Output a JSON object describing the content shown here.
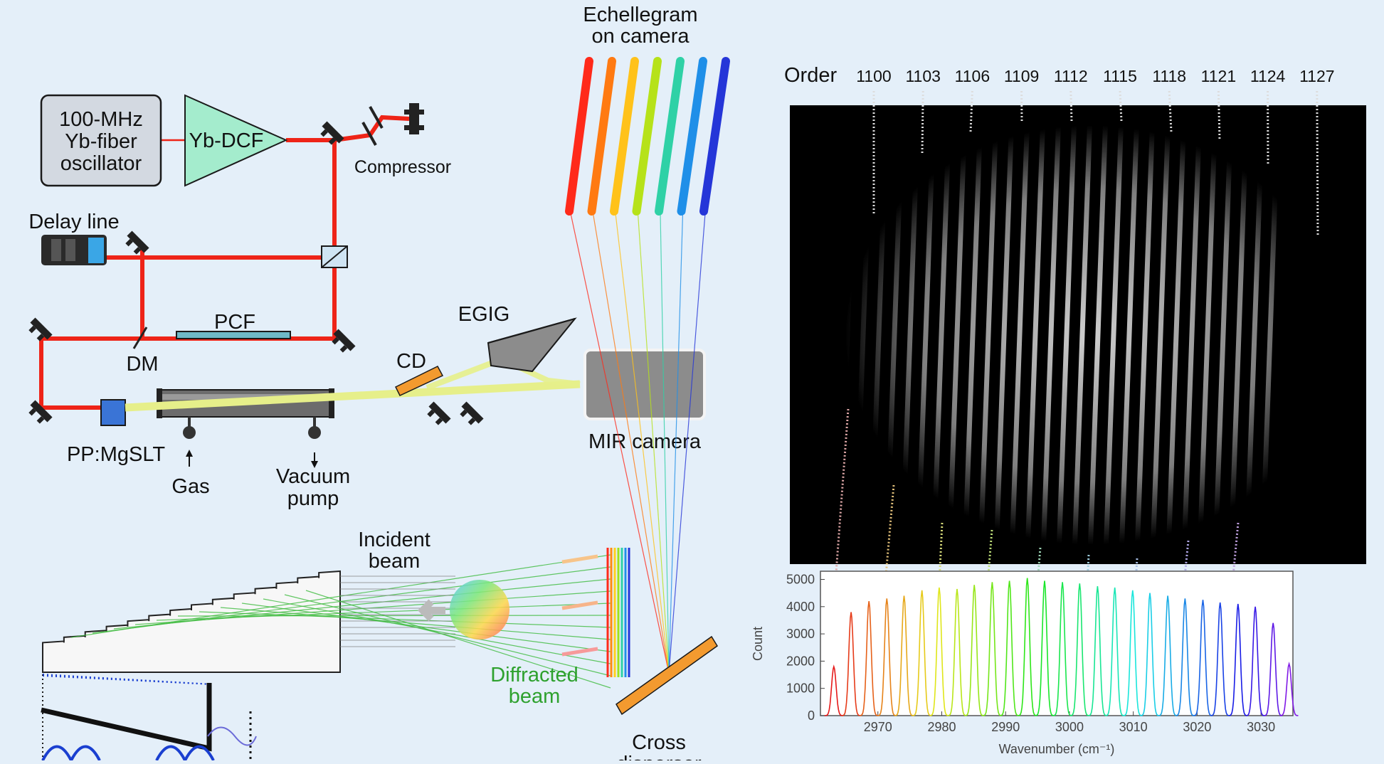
{
  "setup": {
    "oscillator": [
      "100-MHz",
      "Yb-fiber",
      "oscillator"
    ],
    "amplifier": "Yb-DCF",
    "compressor": "Compressor",
    "delay_line": "Delay line",
    "pcf": "PCF",
    "dm": "DM",
    "crystal": "PP:MgSLT",
    "gas": "Gas",
    "vacuum": [
      "Vacuum",
      "pump"
    ],
    "egig": "EGIG",
    "cd": "CD",
    "camera": "MIR camera",
    "echellegram": [
      "Echellegram",
      "on camera"
    ],
    "incident": [
      "Incident",
      "beam"
    ],
    "diffracted": [
      "Diffracted",
      "beam"
    ],
    "cross_disperser": [
      "Cross",
      "disperser"
    ]
  },
  "colors": {
    "laser_red": "#ee2418",
    "mir_beam": "#e6ef8a",
    "oscillator_fill": "#d3d9e1",
    "amplifier_fill": "#a4eccd",
    "grating_orange": "#f39a2f",
    "camera_gray": "#8c8c8c"
  },
  "echellegram_panel": {
    "order_label": "Order",
    "orders": [
      "1100",
      "1103",
      "1106",
      "1109",
      "1112",
      "1115",
      "1118",
      "1121",
      "1124",
      "1127"
    ],
    "fringe_count": 29
  },
  "chart_data": {
    "type": "line",
    "title": "",
    "xlabel": "Wavenumber (cm⁻¹)",
    "ylabel": "Count",
    "xlim": [
      2961,
      3035
    ],
    "ylim": [
      0,
      5300
    ],
    "xticks": [
      2970,
      2980,
      2990,
      3000,
      3010,
      3020,
      3030
    ],
    "yticks": [
      0,
      1000,
      2000,
      3000,
      4000,
      5000
    ],
    "grid": false,
    "peaks_x": [
      2963.1,
      2965.8,
      2968.6,
      2971.4,
      2974.1,
      2976.9,
      2979.6,
      2982.4,
      2985.1,
      2987.9,
      2990.6,
      2993.4,
      2996.1,
      2998.9,
      3001.6,
      3004.4,
      3007.1,
      3009.9,
      3012.6,
      3015.4,
      3018.1,
      3020.9,
      3023.6,
      3026.4,
      3029.1,
      3031.9,
      3034.4
    ],
    "peaks_y": [
      1800,
      3800,
      4200,
      4300,
      4400,
      4600,
      4700,
      4650,
      4800,
      4900,
      4950,
      5050,
      4950,
      4900,
      4850,
      4750,
      4700,
      4600,
      4500,
      4400,
      4300,
      4250,
      4150,
      4100,
      4000,
      3400,
      1900
    ]
  }
}
